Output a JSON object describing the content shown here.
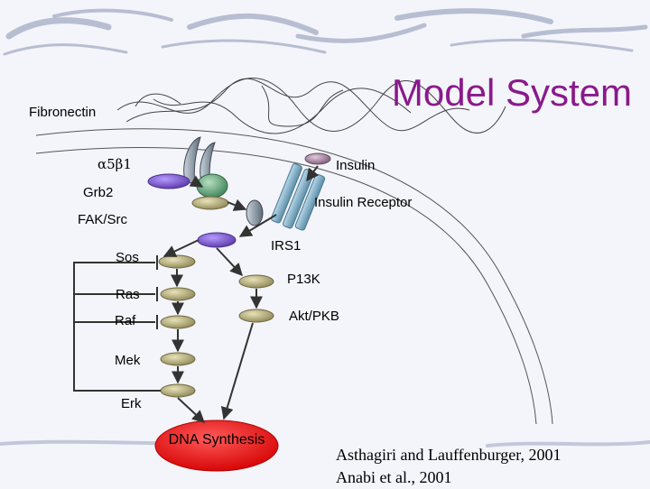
{
  "title": "Model System",
  "labels": {
    "fibronectin": "Fibronectin",
    "integrin": "α5β1",
    "insulin": "Insulin",
    "grb2": "Grb2",
    "insulin_receptor": "Insulin Receptor",
    "fak_src": "FAK/Src",
    "irs1": "IRS1",
    "sos": "Sos",
    "p13k": "P13K",
    "ras": "Ras",
    "akt_pkb": "Akt/PKB",
    "raf": "Raf",
    "mek": "Mek",
    "erk": "Erk",
    "dna_synthesis": "DNA Synthesis"
  },
  "citation": {
    "line1": "Asthagiri and Lauffenburger, 2001",
    "line2": "Anabi et al., 2001"
  },
  "colors": {
    "title": "#8a1a8a",
    "membrane": "#555555",
    "receptor": "#7fb0c8",
    "grb2_node": "#5aa07a",
    "purple_node": "#7a52c8",
    "olive_node": "#b7b07a",
    "dna_fill": "#ee1111",
    "insulin_node": "#a07a9a"
  }
}
